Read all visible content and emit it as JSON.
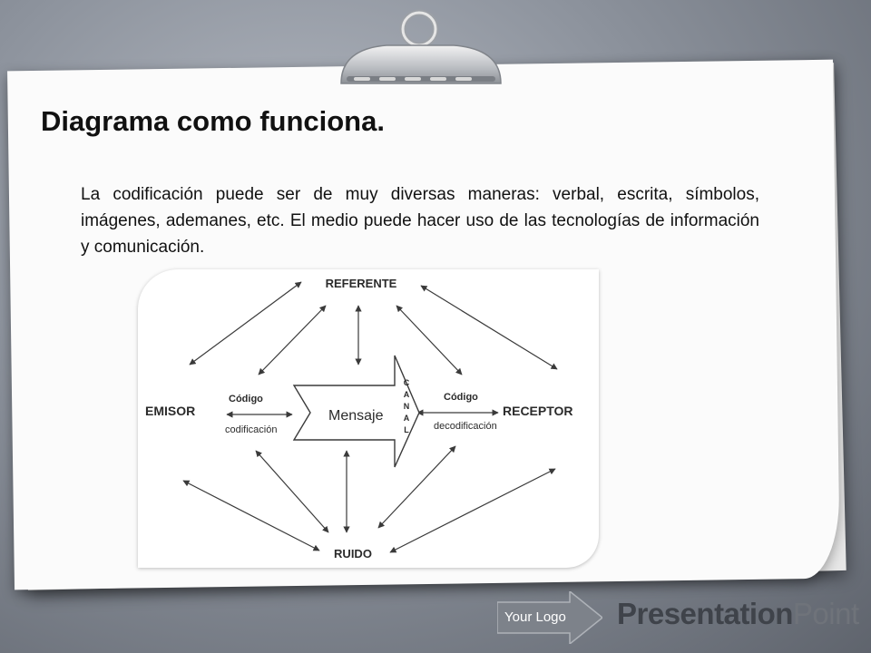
{
  "slide": {
    "title": "Diagrama como funciona.",
    "body": "La codificación puede ser de muy diversas maneras: verbal, escrita, símbolos, imágenes, ademanes, etc. El medio puede hacer uso de las tecnologías de información y comunicación."
  },
  "diagram": {
    "nodes": {
      "referente": "REFERENTE",
      "emisor": "EMISOR",
      "receptor": "RECEPTOR",
      "ruido": "RUIDO"
    },
    "emisor_codigo": "Código",
    "emisor_proceso": "codificación",
    "mensaje": "Mensaje",
    "canal_letters": [
      "C",
      "A",
      "N",
      "A",
      "L"
    ],
    "receptor_codigo": "Código",
    "receptor_proceso": "decodificación"
  },
  "footer": {
    "logo_label": "Your Logo",
    "brand_part1": "Presentation",
    "brand_part2": "Point"
  },
  "colors": {
    "arrow": "#3a3a3a",
    "logo_arrow": "#7d828a"
  }
}
